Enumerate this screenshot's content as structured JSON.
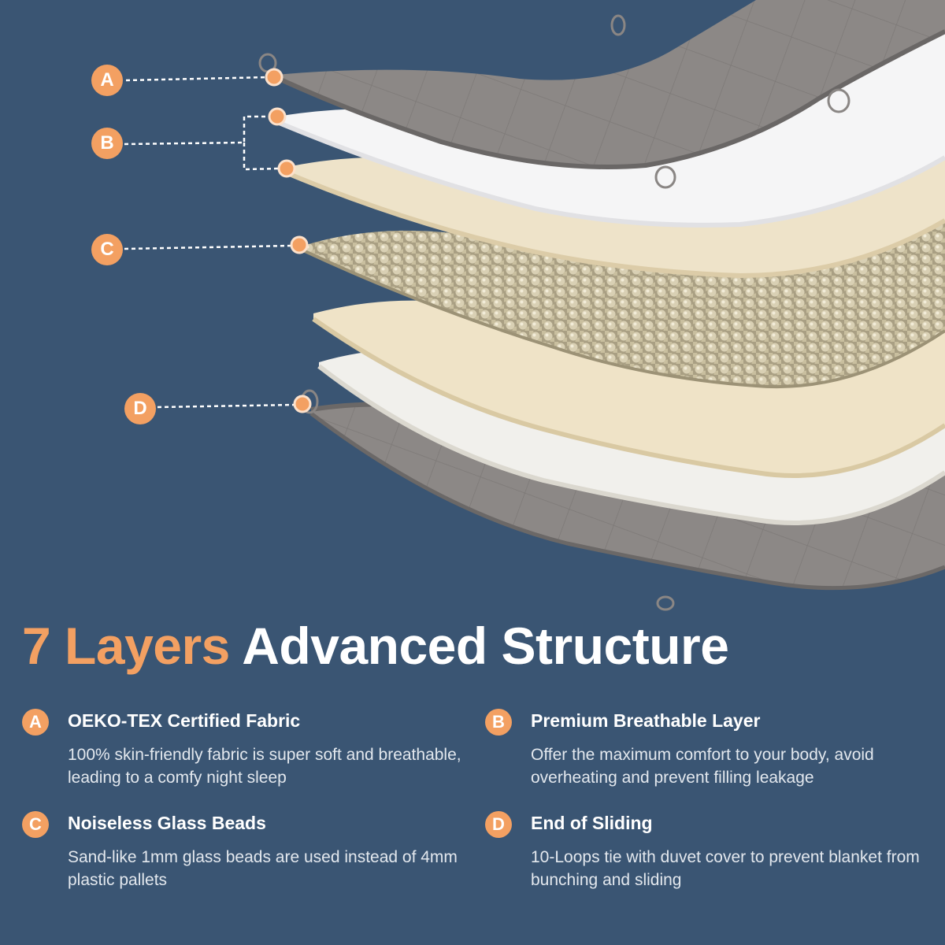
{
  "headline": {
    "accent": "7 Layers",
    "rest": "Advanced Structure"
  },
  "markers": [
    "A",
    "B",
    "C",
    "D"
  ],
  "features": [
    {
      "letter": "A",
      "title": "OEKO-TEX Certified Fabric",
      "desc_line1": "100% skin-friendly fabric is super soft and breathable,",
      "desc_line2": "leading to a comfy night sleep"
    },
    {
      "letter": "B",
      "title": "Premium Breathable Layer",
      "desc_line1": "Offer the maximum comfort to your body, avoid",
      "desc_line2": "overheating and prevent filling leakage"
    },
    {
      "letter": "C",
      "title": "Noiseless Glass Beads",
      "desc_line1": "Sand-like 1mm glass beads are used instead of 4mm",
      "desc_line2": "plastic pallets"
    },
    {
      "letter": "D",
      "title": "End of Sliding",
      "desc_line1": "10-Loops tie with duvet cover to prevent blanket from",
      "desc_line2": "bunching and sliding"
    }
  ],
  "colors": {
    "background": "#3a5573",
    "accent": "#f3a062",
    "outer_fabric": "#8a8684",
    "white_layer": "#f4f4f2",
    "cream_layer": "#efe2c4",
    "beads_layer": "#b6ab8d"
  }
}
